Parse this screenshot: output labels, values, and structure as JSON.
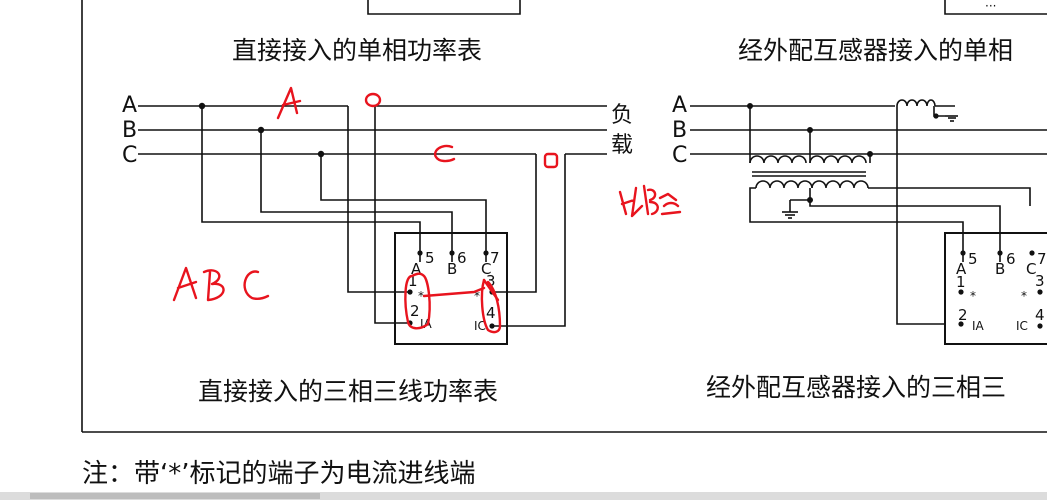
{
  "captions": {
    "top_left": "直接接入的单相功率表",
    "top_right": "经外配互感器接入的单相",
    "bottom_left": "直接接入的三相三线功率表",
    "bottom_right": "经外配互感器接入的三相三"
  },
  "phases": {
    "a": "A",
    "b": "B",
    "c": "C"
  },
  "load": {
    "line1": "负",
    "line2": "载"
  },
  "left_meter": {
    "t5": "5",
    "t6": "6",
    "t7": "7",
    "pa": "A",
    "pb": "B",
    "pc": "C",
    "t1": "1",
    "t3": "3",
    "t2": "2",
    "t4": "4",
    "ia": "IA",
    "ic": "IC",
    "star": "*"
  },
  "right_meter": {
    "t5": "5",
    "t6": "6",
    "t7": "7",
    "pa": "A",
    "pb": "B",
    "pc": "C",
    "t1": "1",
    "t3": "3",
    "t2": "2",
    "t4": "4",
    "ia": "IA",
    "ic": "IC",
    "star": "*"
  },
  "footnote": "注：带‘*’标记的端子为电流进线端",
  "colors": {
    "annotation": "#e8141e",
    "line": "#111111"
  }
}
